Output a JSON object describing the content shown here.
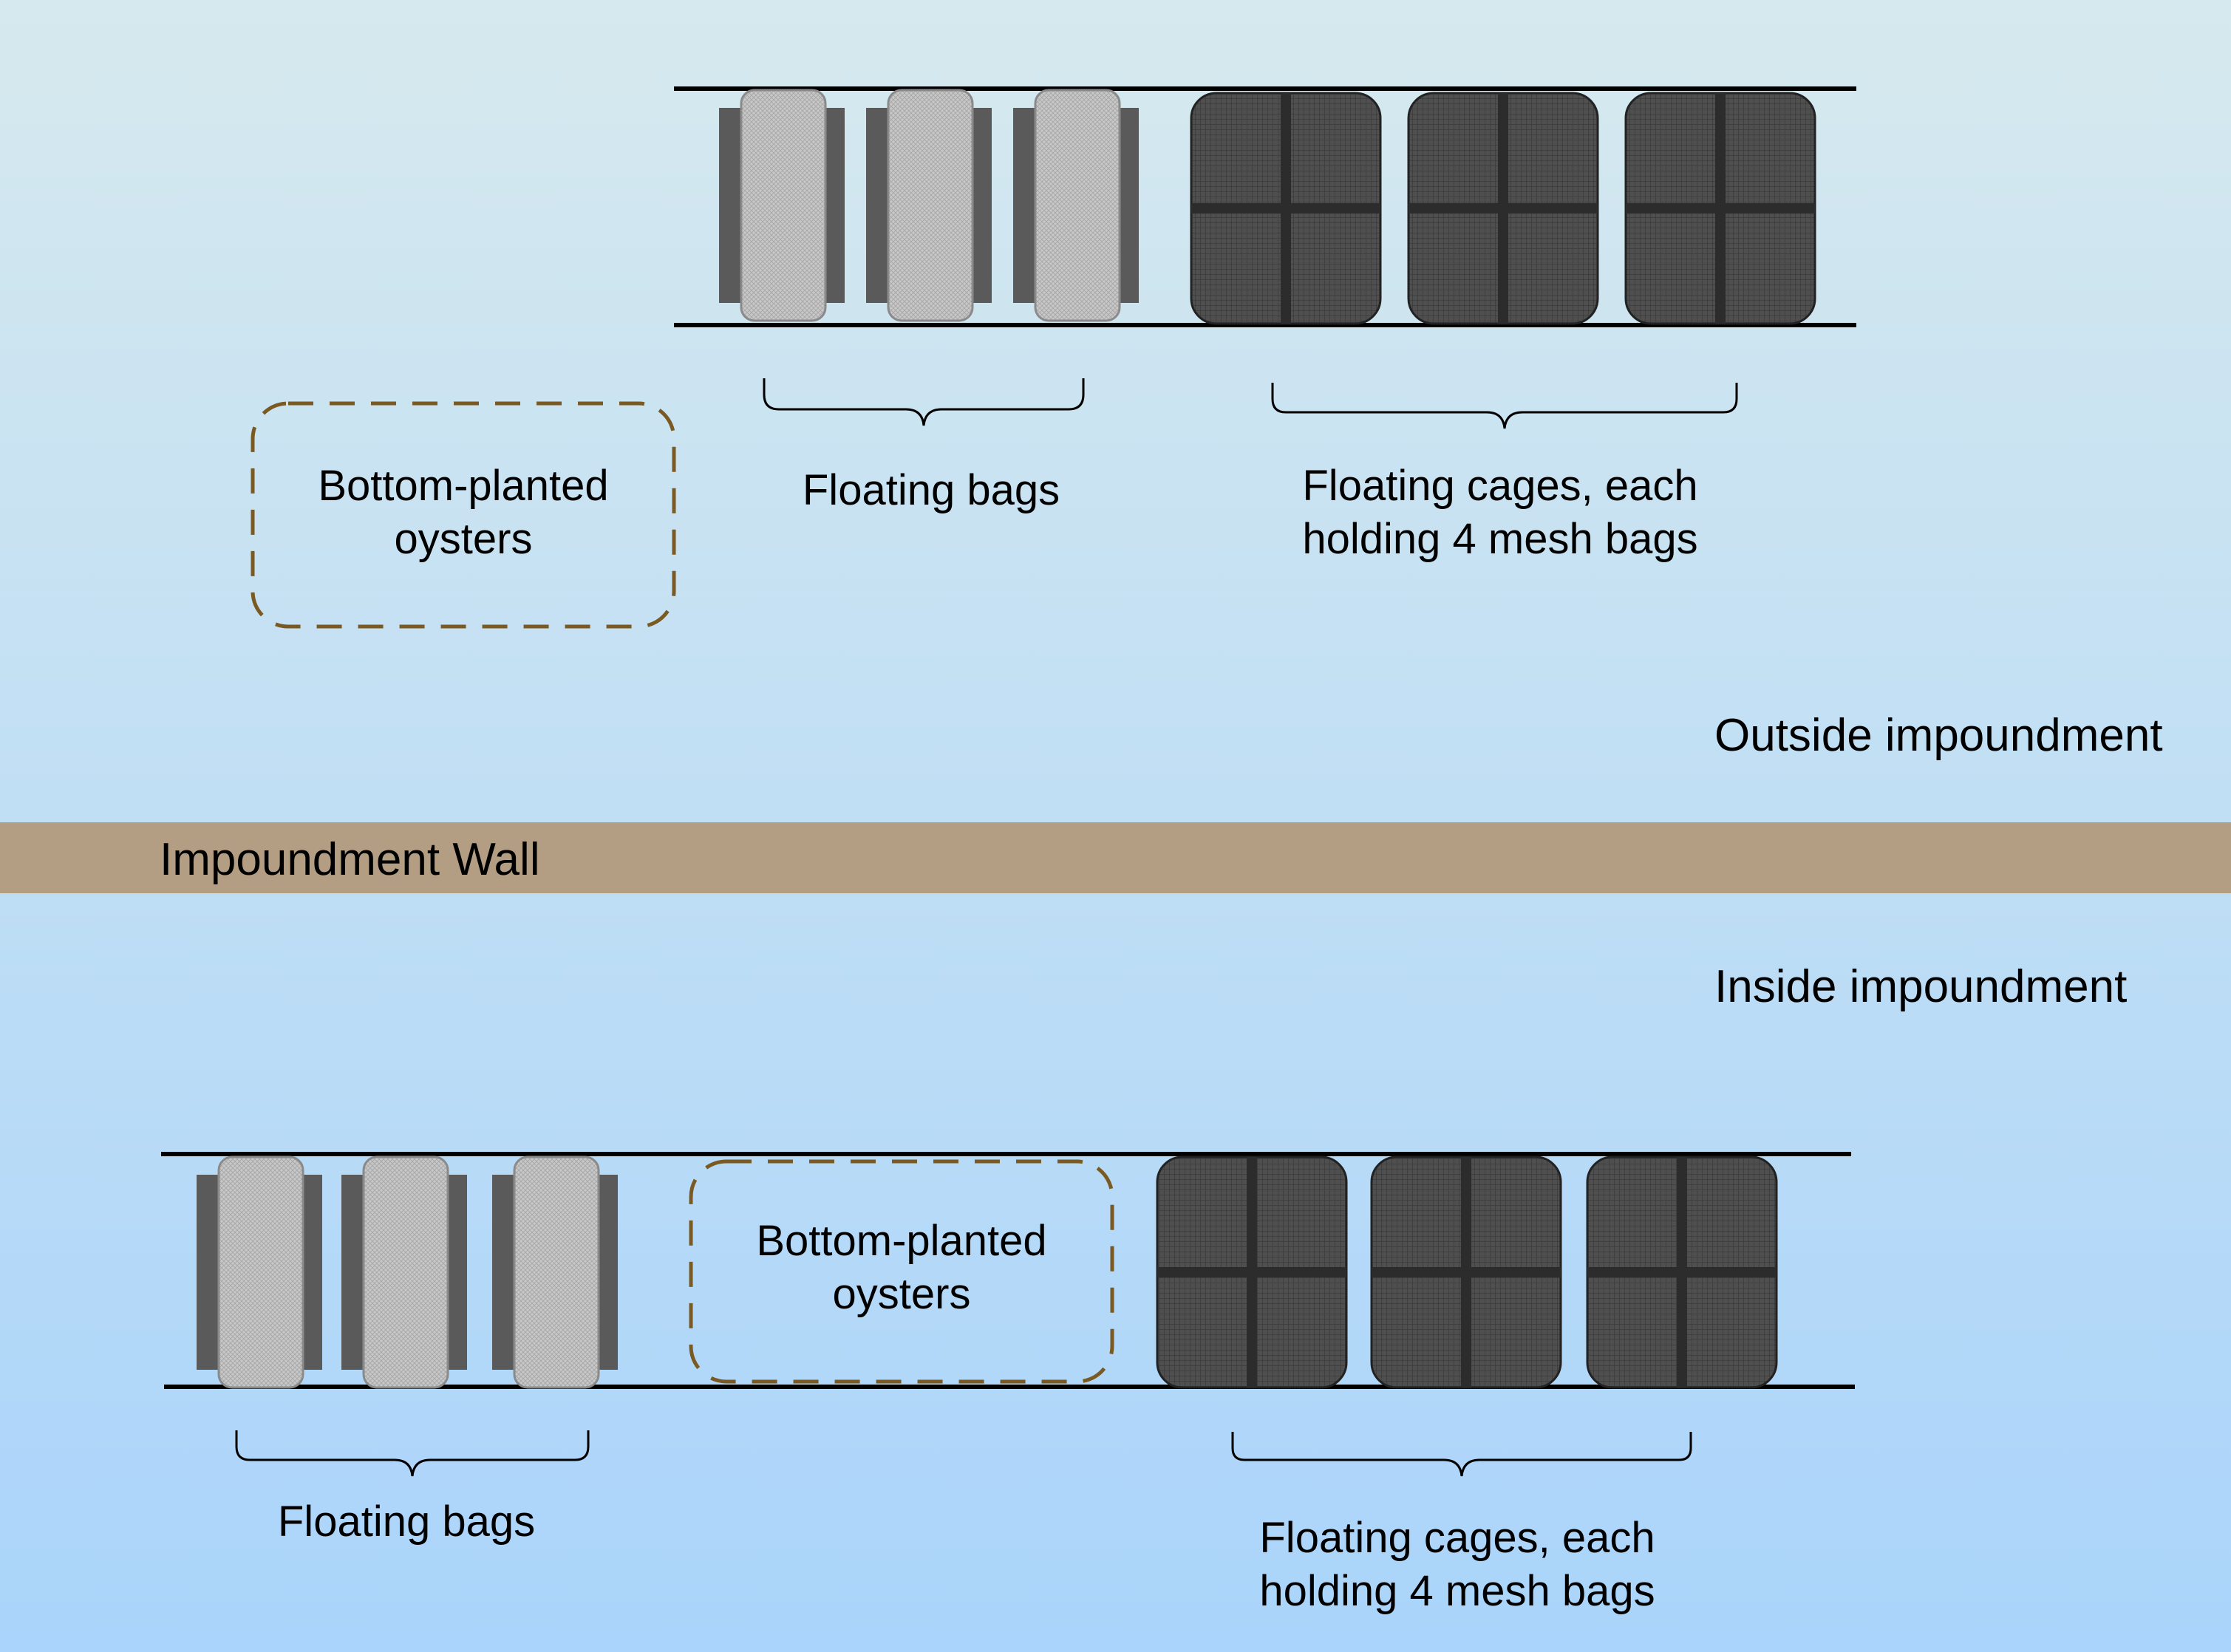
{
  "colors": {
    "water_top": "#d6e9ee",
    "water_bottom": "#aad4fb",
    "wall": "#b39d83",
    "bag_fill": "#c8c8c8",
    "bag_float": "#5a5a5a",
    "cage_fill": "#4f4f4f",
    "cage_bar": "#2c2c2c",
    "dashed_outline": "#7a5a22",
    "line": "#000000"
  },
  "outside": {
    "zone_label": "Outside impoundment",
    "bottom_planted_label": "Bottom-planted\noysters",
    "floating_bags_label": "Floating bags",
    "floating_cages_label": "Floating cages, each\nholding 4 mesh bags"
  },
  "wall": {
    "label": "Impoundment Wall"
  },
  "inside": {
    "zone_label": "Inside impoundment",
    "bottom_planted_label": "Bottom-planted\noysters",
    "floating_bags_label": "Floating bags",
    "floating_cages_label": "Floating cages, each\nholding 4 mesh bags"
  },
  "icons": {
    "bag": "floating-bag-icon",
    "cage": "floating-cage-icon"
  }
}
